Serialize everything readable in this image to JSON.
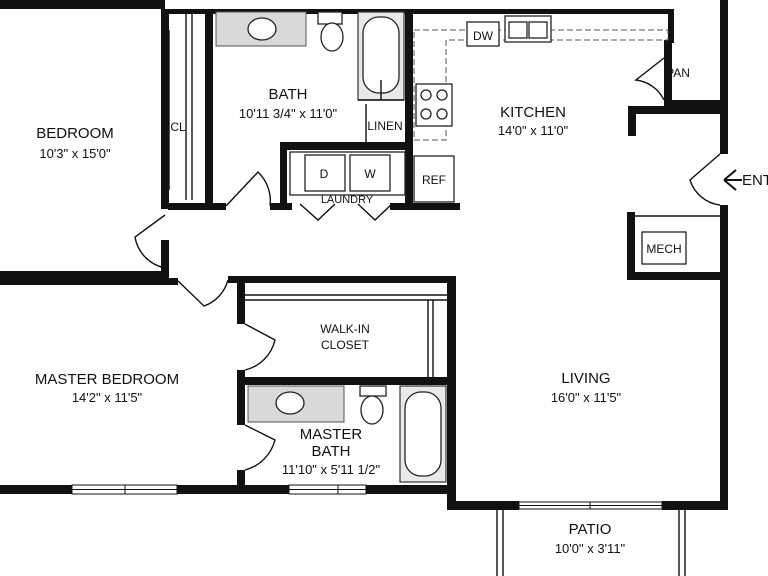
{
  "rooms": {
    "bedroom": {
      "name": "BEDROOM",
      "size": "10'3\" x 15'0\""
    },
    "closet": {
      "name": "CL"
    },
    "bath": {
      "name": "BATH",
      "size": "10'11 3/4\" x 11'0\""
    },
    "linen": {
      "name": "LINEN"
    },
    "laundry": {
      "name": "LAUNDRY",
      "dryer": "D",
      "washer": "W"
    },
    "kitchen": {
      "name": "KITCHEN",
      "size": "14'0\" x 11'0\""
    },
    "dishwasher": {
      "name": "DW"
    },
    "pantry": {
      "name": "PAN"
    },
    "refrigerator": {
      "name": "REF"
    },
    "entry": {
      "name": "ENT"
    },
    "mechanical": {
      "name": "MECH"
    },
    "walk_in_closet": {
      "line1": "WALK-IN",
      "line2": "CLOSET"
    },
    "master_bedroom": {
      "name": "MASTER BEDROOM",
      "size": "14'2\" x 11'5\""
    },
    "master_bath": {
      "line1": "MASTER",
      "line2": "BATH",
      "size": "11'10\" x 5'11 1/2\""
    },
    "living": {
      "name": "LIVING",
      "size": "16'0\" x 11'5\""
    },
    "patio": {
      "name": "PATIO",
      "size": "10'0\" x 3'11\""
    }
  }
}
